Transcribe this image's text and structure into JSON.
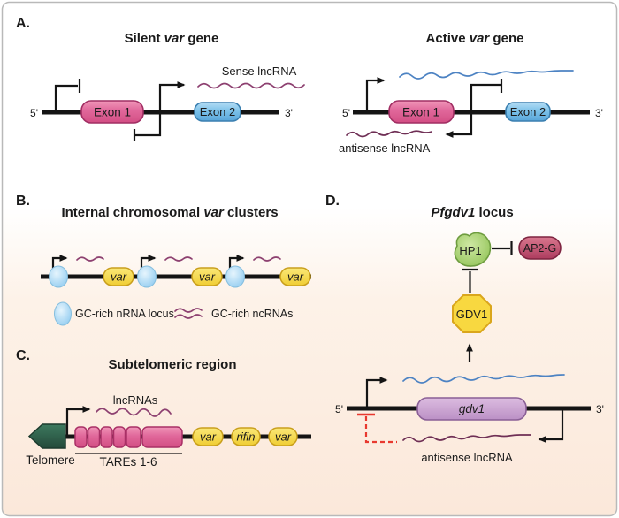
{
  "figure": {
    "background": {
      "top": "#ffffff",
      "bottom": "#fbe8da",
      "border": "#b9b9b9"
    },
    "colors": {
      "exon1_pink": "#e0679a",
      "exon2_blue": "#6fb9e3",
      "var_yellow": "#f5d747",
      "gc_oval_blue": "#9fd4f2",
      "telomere_green": "#2d5a49",
      "tare_pink": "#df7aa8",
      "gdv1_gene_purple": "#c9a2ce",
      "hp1_green": "#a5d46a",
      "ap2g_crimson": "#c14f70",
      "gdv1_protein_yellow": "#f8d840",
      "sense_lncrna_purple": "#8d4070",
      "mrna_blue": "#4d83c3",
      "antisense_lncrna_purple": "#6f2f55",
      "inhibition_red": "#e8392f"
    },
    "panelA": {
      "label": "A.",
      "silent": {
        "title": {
          "pre": "Silent ",
          "italic": "var",
          "post": " gene"
        },
        "five_prime": "5'",
        "three_prime": "3'",
        "exon1": "Exon 1",
        "exon2": "Exon 2",
        "sense_label": "Sense lncRNA"
      },
      "active": {
        "title": {
          "pre": "Active ",
          "italic": "var",
          "post": " gene"
        },
        "five_prime": "5'",
        "three_prime": "3'",
        "exon1": "Exon 1",
        "exon2": "Exon 2",
        "antisense_label": "antisense lncRNA"
      }
    },
    "panelB": {
      "label": "B.",
      "title": {
        "pre": "Internal chromosomal ",
        "italic": "var",
        "post": " clusters"
      },
      "var_gene": "var",
      "legend": {
        "oval_label": "GC-rich nRNA locus",
        "squiggle_label": "GC-rich ncRNAs"
      }
    },
    "panelC": {
      "label": "C.",
      "title": "Subtelomeric region",
      "telomere_label": "Telomere",
      "tare_label": "TAREs 1-6",
      "lncrna_label": "lncRNAs",
      "genes": [
        "var",
        "rifin",
        "var"
      ]
    },
    "panelD": {
      "label": "D.",
      "title": {
        "italic": "Pfgdv1",
        "post": " locus"
      },
      "hp1": "HP1",
      "ap2g": "AP2-G",
      "gdv1_protein": "GDV1",
      "gdv1_gene": "gdv1",
      "five_prime": "5'",
      "three_prime": "3'",
      "antisense_label": "antisense lncRNA"
    }
  }
}
